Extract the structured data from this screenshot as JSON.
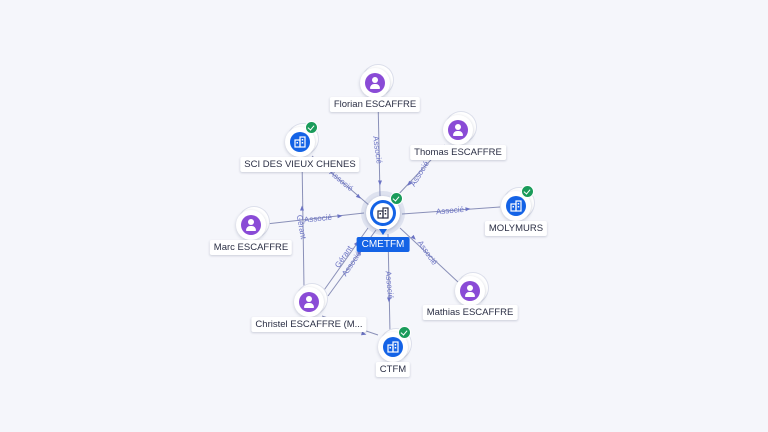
{
  "colors": {
    "person": "#8a4bd6",
    "company": "#1463e6",
    "verified": "#1a9b5a",
    "edge": "#8a90b8",
    "edge_label": "#6b73c4",
    "background": "#f5f6fb"
  },
  "center": {
    "label": "CMETFM",
    "type": "company",
    "icon": "building-icon",
    "verified": true
  },
  "nodes": [
    {
      "id": "florian",
      "label": "Florian ESCAFFRE",
      "type": "person",
      "icon": "person-icon"
    },
    {
      "id": "thomas",
      "label": "Thomas ESCAFFRE",
      "type": "person",
      "icon": "person-icon"
    },
    {
      "id": "sci",
      "label": "SCI DES VIEUX CHENES",
      "type": "company",
      "icon": "building-icon",
      "verified": true
    },
    {
      "id": "marc",
      "label": "Marc ESCAFFRE",
      "type": "person",
      "icon": "person-icon"
    },
    {
      "id": "molymurs",
      "label": "MOLYMURS",
      "type": "company",
      "icon": "building-icon",
      "verified": true
    },
    {
      "id": "christel",
      "label": "Christel ESCAFFRE (M...",
      "type": "person",
      "icon": "person-icon"
    },
    {
      "id": "mathias",
      "label": "Mathias ESCAFFRE",
      "type": "person",
      "icon": "person-icon"
    },
    {
      "id": "ctfm",
      "label": "CTFM",
      "type": "company",
      "icon": "building-icon",
      "verified": true
    }
  ],
  "edges": [
    {
      "from": "florian",
      "to": "center",
      "label": "Associé"
    },
    {
      "from": "thomas",
      "to": "center",
      "label": "Associé"
    },
    {
      "from": "sci",
      "to": "center",
      "label": "Associé"
    },
    {
      "from": "marc",
      "to": "center",
      "label": "Associé"
    },
    {
      "from": "center",
      "to": "molymurs",
      "label": "Associé"
    },
    {
      "from": "christel",
      "to": "center",
      "label": "Gérant"
    },
    {
      "from": "christel",
      "to": "center",
      "label": "Associé"
    },
    {
      "from": "mathias",
      "to": "center",
      "label": "Associé"
    },
    {
      "from": "center",
      "to": "ctfm",
      "label": "Associé"
    },
    {
      "from": "christel",
      "to": "sci",
      "label": "Gérant"
    },
    {
      "from": "christel",
      "to": "ctfm",
      "label": ""
    }
  ]
}
